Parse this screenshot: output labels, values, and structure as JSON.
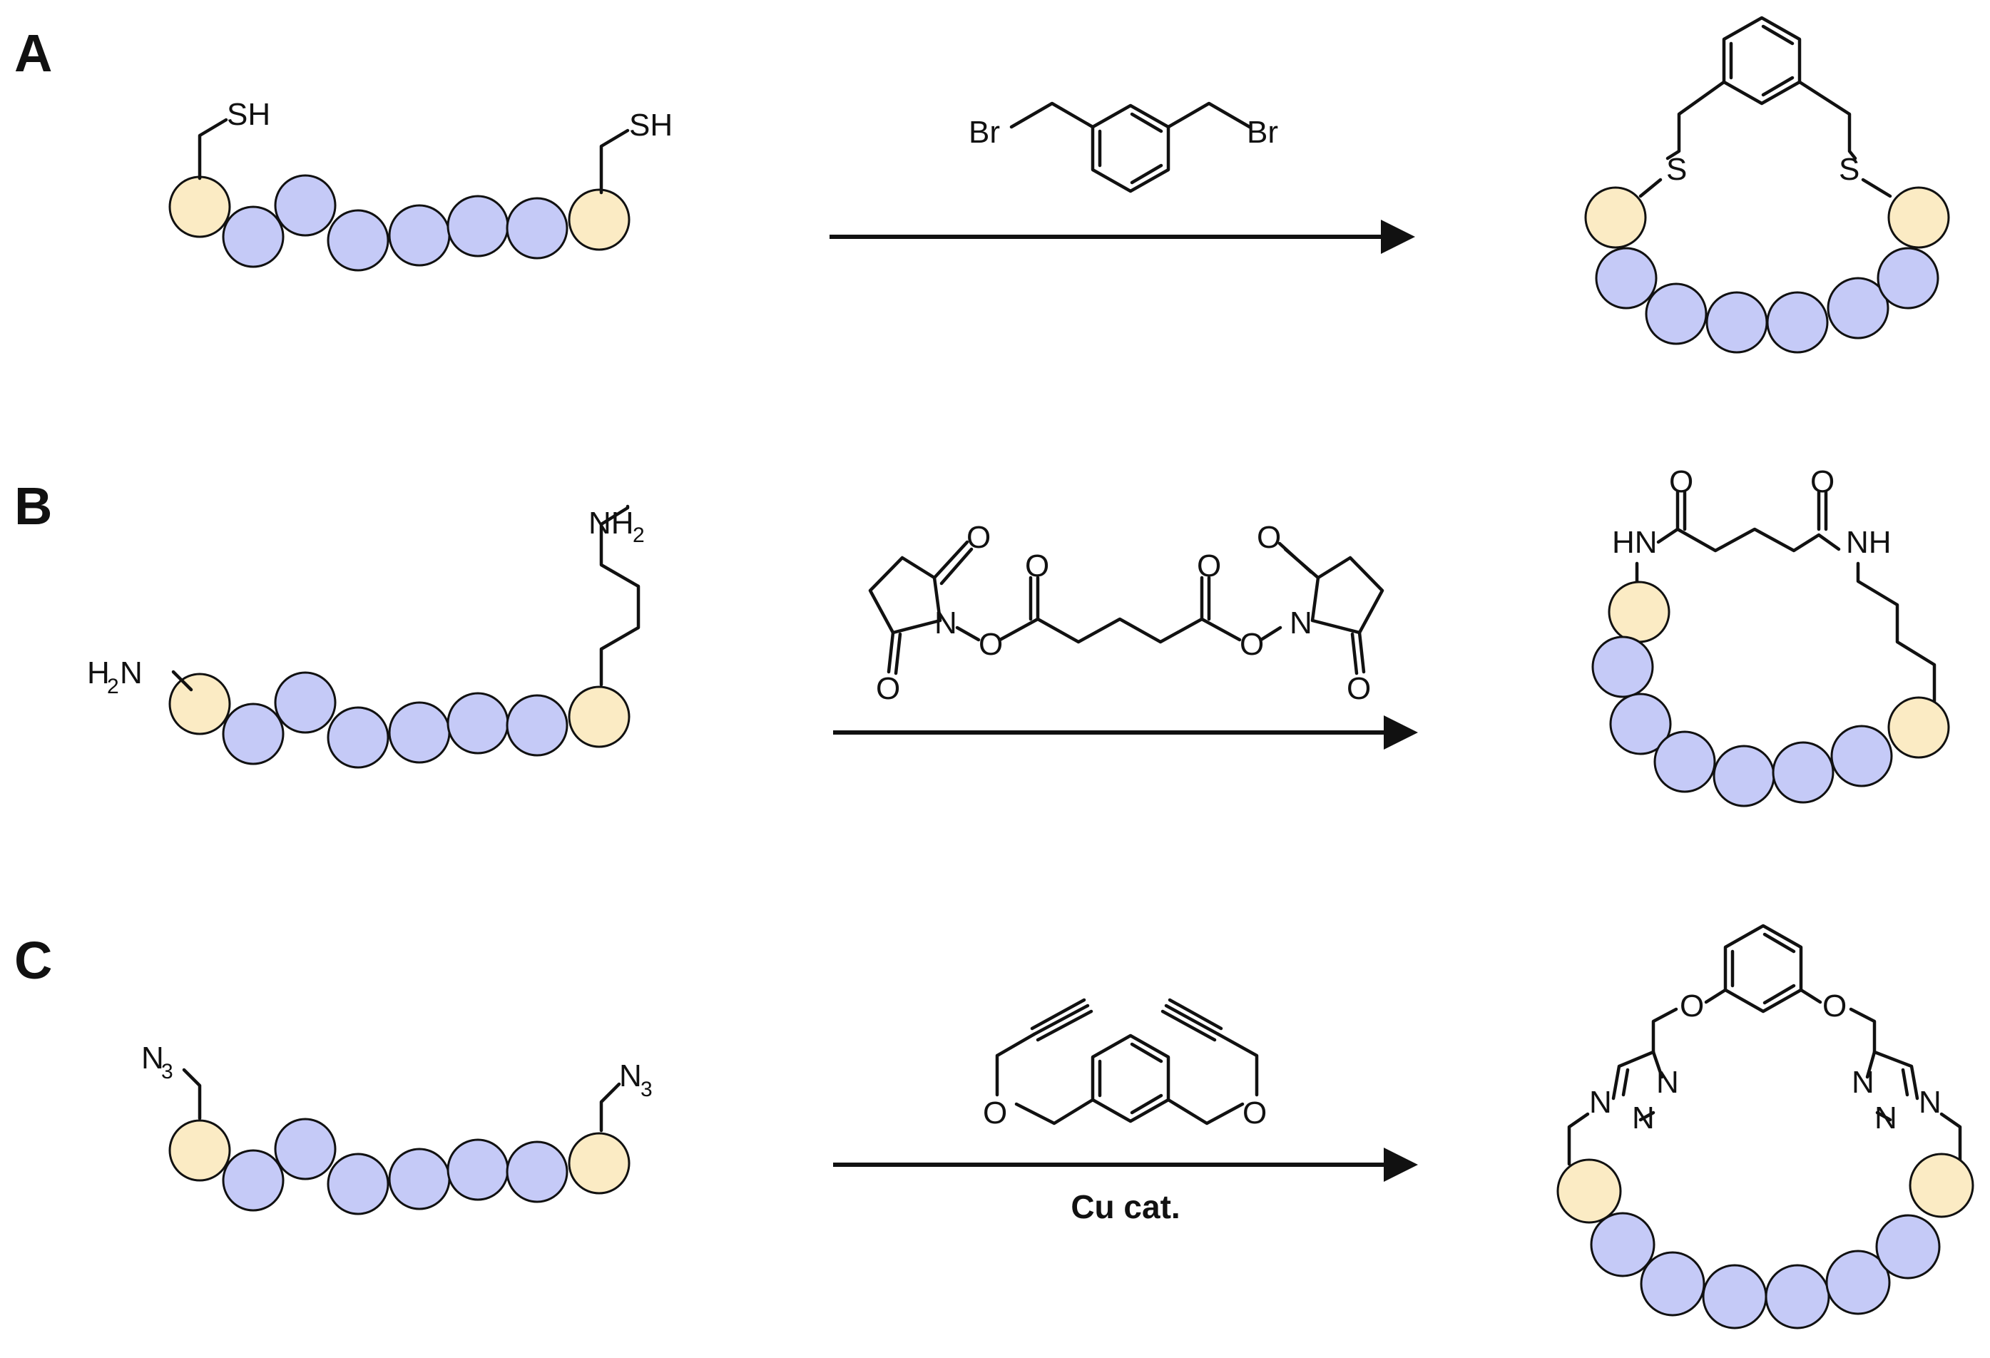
{
  "panels": [
    {
      "label": "A",
      "start_groups": [
        "SH",
        "SH"
      ],
      "reagent_atoms": [
        "Br",
        "Br"
      ],
      "product_atoms": [
        "S",
        "S"
      ],
      "catalyst": ""
    },
    {
      "label": "B",
      "start_groups": [
        "H",
        "2",
        "N",
        "NH",
        "2"
      ],
      "reagent_atoms": [
        "O",
        "O",
        "N",
        "O",
        "O",
        "O",
        "O",
        "N",
        "O",
        "O"
      ],
      "product_atoms": [
        "O",
        "O",
        "HN",
        "NH"
      ],
      "catalyst": ""
    },
    {
      "label": "C",
      "start_groups": [
        "N",
        "3",
        "N",
        "3"
      ],
      "reagent_atoms": [
        "O",
        "O"
      ],
      "product_atoms": [
        "O",
        "O",
        "N",
        "N",
        "N",
        "N",
        "N",
        "N"
      ],
      "catalyst": "Cu cat."
    }
  ],
  "colors": {
    "residue_blue": "#c5caf7",
    "residue_tan": "#fbebc4",
    "outline": "#111111"
  },
  "icons": [
    "peptide-residue-circle",
    "reaction-arrow",
    "benzene-ring",
    "succinimide-ring",
    "triazole-ring"
  ]
}
